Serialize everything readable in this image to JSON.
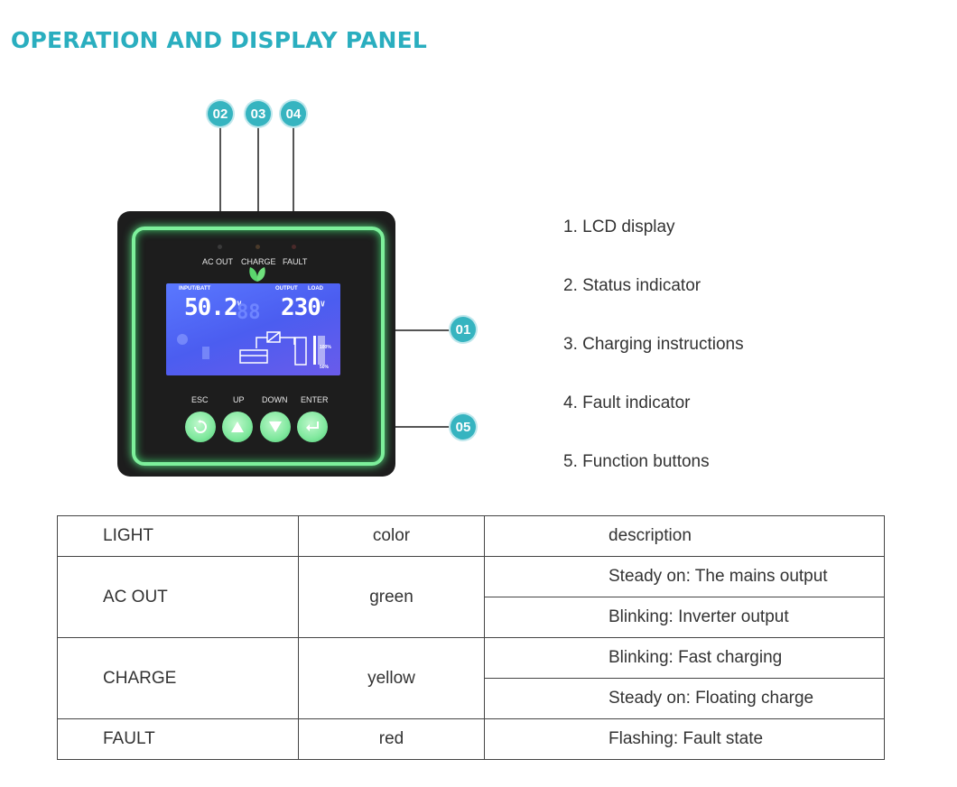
{
  "title": "OPERATION AND DISPLAY PANEL",
  "callouts": [
    "02",
    "03",
    "04",
    "01",
    "05"
  ],
  "device": {
    "indicators": [
      "AC OUT",
      "CHARGE",
      "FAULT"
    ],
    "lcd": {
      "label_input": "INPUT/BATT",
      "label_output": "OUTPUT",
      "label_load": "LOAD",
      "input_value": "50.2",
      "input_unit": "V",
      "ghost_digits": "88",
      "output_value": "230",
      "output_unit": "V",
      "pct_top": "100%",
      "pct_bottom": "50%"
    },
    "buttons": [
      "ESC",
      "UP",
      "DOWN",
      "ENTER"
    ]
  },
  "legend": [
    "1.  LCD display",
    "2.  Status indicator",
    "3.  Charging instructions",
    "4.  Fault indicator",
    "5.  Function buttons"
  ],
  "table": {
    "headers": [
      "LIGHT",
      "color",
      "description"
    ],
    "rows": [
      {
        "light": "AC OUT",
        "color": "green",
        "descriptions": [
          "Steady on: The mains output",
          "Blinking: Inverter output"
        ]
      },
      {
        "light": "CHARGE",
        "color": "yellow",
        "descriptions": [
          "Blinking: Fast charging",
          "Steady on: Floating charge"
        ]
      },
      {
        "light": "FAULT",
        "color": "red",
        "descriptions": [
          "Flashing: Fault state"
        ]
      }
    ]
  },
  "colors": {
    "accent": "#2aaebf",
    "bubble": "#36b4c0",
    "bezel_glow": "#7df09b",
    "lcd_blue": "#5a78ff"
  }
}
